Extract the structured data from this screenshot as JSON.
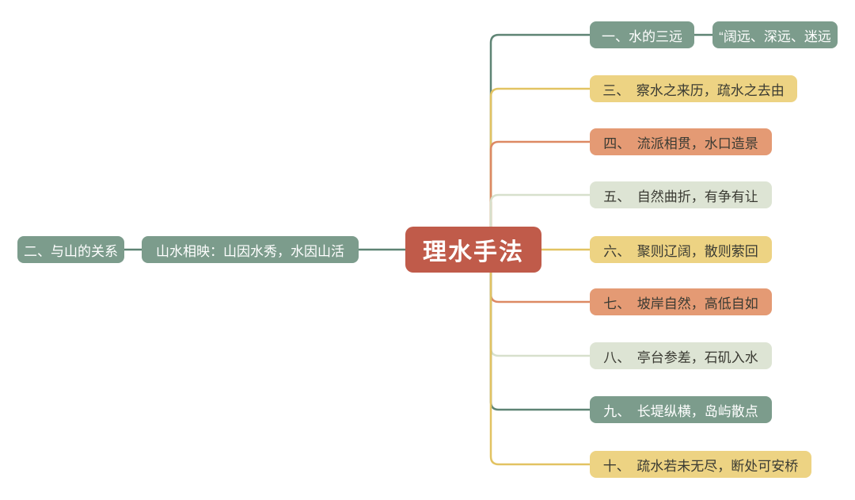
{
  "title": "理水手法",
  "colors": {
    "background": "#ffffff",
    "center-fill": "#c05b4a",
    "teal-fill": "#7c9c8c",
    "yellow-fill": "#edd383",
    "orange-fill": "#e49a74",
    "sage-fill": "#dde4d4",
    "teal-line": "#5e8474",
    "yellow-line": "#e2c362",
    "orange-line": "#dd8963",
    "sage-line": "#d7e0cc",
    "light-text": "#ffffff",
    "dark-text": "#3b3b33"
  },
  "center": {
    "label": "理水手法"
  },
  "left_branch": {
    "topic": {
      "label": "二、与山的关系",
      "color": "teal"
    },
    "subtopic": {
      "label": "山水相映：山因水秀，水因山活",
      "color": "teal"
    }
  },
  "right_branches": [
    {
      "label": "一、水的三远",
      "color": "teal",
      "child": {
        "label": "“阔远、深远、迷远",
        "color": "teal"
      }
    },
    {
      "label": "三、　察水之来历，疏水之去由",
      "color": "yellow"
    },
    {
      "label": "四、　流派相贯，水口造景",
      "color": "orange"
    },
    {
      "label": "五、　自然曲折，有争有让",
      "color": "sage"
    },
    {
      "label": "六、　聚则辽阔，散则萦回",
      "color": "yellow"
    },
    {
      "label": "七、　坡岸自然，高低自如",
      "color": "orange"
    },
    {
      "label": "八、　亭台参差，石矶入水",
      "color": "sage"
    },
    {
      "label": "九、　长堤纵横，岛屿散点",
      "color": "teal"
    },
    {
      "label": "十、　疏水若未无尽，断处可安桥",
      "color": "yellow"
    }
  ]
}
